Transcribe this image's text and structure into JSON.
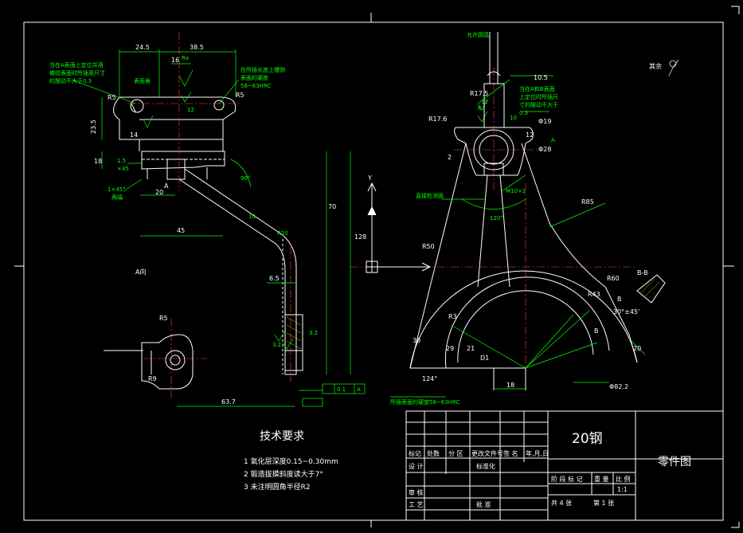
{
  "colors": {
    "background": "#000000",
    "outline": "#ffffff",
    "dimension": "#00ff00",
    "center_line": "#ff0000",
    "hatch": "#ffff00"
  },
  "dimensions_white": {
    "d24_5": "24.5",
    "d38_5": "38.5",
    "d16": "16",
    "d23_5": "23.5",
    "d18": "18",
    "d14": "14",
    "d20": "20",
    "d45": "45",
    "d70": "70",
    "d128": "128",
    "d6_5": "6.5",
    "d63_7": "63.7",
    "r5a": "R5",
    "r5b": "R5",
    "r5c": "R5",
    "a_label": "A",
    "a_view": "A向",
    "r9": "R9",
    "y_axis": "Y",
    "bb": "B-B",
    "b_label": "B",
    "b1": "B",
    "d30_45": "30°±45'",
    "d20b": "20",
    "d82": "Φ82.2",
    "d18b": "18",
    "r50": "R50",
    "r43": "R43",
    "r60": "R60",
    "r85": "R85",
    "r17_6": "R17.6",
    "d2": "2",
    "d28": "Φ28",
    "d12": "12",
    "d10_5": "10.5",
    "d17_5": "R17.5",
    "d9": "Φ19",
    "d124": "124°",
    "d30": "30",
    "d3": "R3",
    "d29": "29",
    "d21": "21",
    "d01": "D1"
  },
  "dimensions_green": {
    "g_ra": "Ra",
    "g_1_5": "1.5",
    "g_x45": "×45",
    "g_1x45": "1×45°",
    "g_both": "两端",
    "g_90": "90°",
    "g_10": "10",
    "g_r20": "R20",
    "g_3_2a": "3.2",
    "g_3_2b": "3.2",
    "g_01": "0.1",
    "g_a": "A",
    "g_thread": "M10×1",
    "g_120": "120°",
    "g_k": "K",
    "g_12": "12",
    "g_10b": "10",
    "g_a2": "A",
    "g_12b": "12"
  },
  "notes": {
    "note1_l1": "当在A表面上定位并用",
    "note1_l2": "螺纹表面时所插用尺寸",
    "note1_l3": "的摆动不大于0.3",
    "note2": "表面角",
    "note3_l1": "在所插长度上槽侧",
    "note3_l2": "表面的硬度",
    "note3_l3": "58~63HRC",
    "note4_l1": "当在A和B表面",
    "note4_l2": "上定位时所插尺",
    "note4_l3": "寸的摆动不大于",
    "note4_l4": "0.3",
    "note5": "允许圆弧",
    "note6": "其余",
    "note7": "直接检测面",
    "note8": "所插表面的硬度58~63HRC"
  },
  "tech": {
    "title": "技术要求",
    "item1": "1  氧化层深度0.15~0.30mm",
    "item2": "2  锻造拔摸斜度读大于7°",
    "item3": "3  未注明圆角半径R2"
  },
  "title_block": {
    "material": "20钢",
    "drawing_name": "零件图",
    "h_mark": "标记",
    "h_count": "处数",
    "h_zone": "分 区",
    "h_doc": "更改文件号",
    "h_sign": "签 名",
    "h_date": "年,月,日",
    "h_design": "设 计",
    "h_std": "标准化",
    "h_stage": "阶 段 标 记",
    "h_weight": "重 量",
    "h_scale": "比 例",
    "scale": "1:1",
    "h_review": "审 核",
    "h_process": "工 艺",
    "h_approve": "批 准",
    "h_total": "共  4  张",
    "h_sheet": "第  1  张"
  }
}
